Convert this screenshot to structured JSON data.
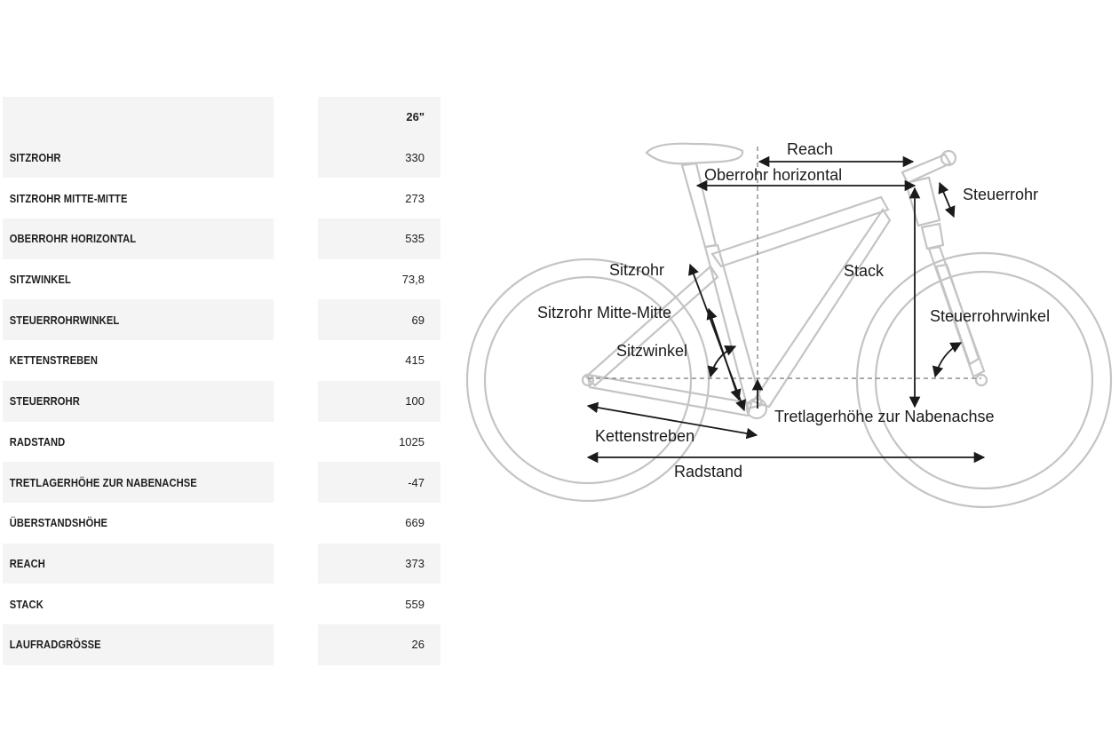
{
  "table": {
    "column_header": "26\"",
    "rows": [
      {
        "label": "SITZROHR",
        "value": "330"
      },
      {
        "label": "SITZROHR MITTE-MITTE",
        "value": "273"
      },
      {
        "label": "OBERROHR HORIZONTAL",
        "value": "535"
      },
      {
        "label": "SITZWINKEL",
        "value": "73,8"
      },
      {
        "label": "STEUERROHRWINKEL",
        "value": "69"
      },
      {
        "label": "KETTENSTREBEN",
        "value": "415"
      },
      {
        "label": "STEUERROHR",
        "value": "100"
      },
      {
        "label": "RADSTAND",
        "value": "1025"
      },
      {
        "label": "TRETLAGERHÖHE ZUR NABENACHSE",
        "value": "-47"
      },
      {
        "label": "ÜBERSTANDSHÖHE",
        "value": "669"
      },
      {
        "label": "REACH",
        "value": "373"
      },
      {
        "label": "STACK",
        "value": "559"
      },
      {
        "label": "LAUFRADGRÖSSE",
        "value": "26"
      }
    ]
  },
  "diagram": {
    "labels": {
      "reach": "Reach",
      "top_tube": "Oberrohr horizontal",
      "head_tube": "Steuerrohr",
      "seat_tube": "Sitzrohr",
      "stack": "Stack",
      "seat_tube_cc": "Sitzrohr Mitte-Mitte",
      "head_angle": "Steuerrohrwinkel",
      "seat_angle": "Sitzwinkel",
      "bb_drop": "Tretlagerhöhe zur Nabenachse",
      "chainstays": "Kettenstreben",
      "wheelbase": "Radstand"
    },
    "colors": {
      "frame": "#c4c4c4",
      "arrows": "#1a1a1a",
      "guides": "#777777"
    }
  }
}
